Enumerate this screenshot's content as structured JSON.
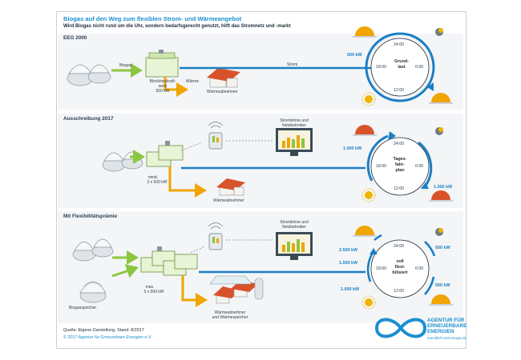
{
  "title": "Biogas auf den Weg zum flexiblen Strom- und Wärmeangebot",
  "subtitle": "Wird Biogas nicht rund um die Uhr, sondern bedarfsgerecht genutzt, hilft das Stromnetz und -markt",
  "sections": [
    {
      "heading": "EEG 2000",
      "biogas": "Biogas",
      "plant_line1": "Blockheizkraft-",
      "plant_line2": "werk",
      "plant_line3": "500 kW",
      "heat": "Wärme",
      "heat_consumer": "Wärmeabnehmer",
      "power": "Strom",
      "kw_left": "500 kW",
      "clock_mode_line1": "Grund-",
      "clock_mode_line2": "last"
    },
    {
      "heading": "Ausschreibung 2017",
      "exchange_line1": "Strombörse und",
      "exchange_line2": "Netzbetreiber",
      "plant_line1": "mind.",
      "plant_line2": "2 x 500 kW",
      "heat_consumer": "Wärmeabnehmer",
      "kw_left": "1.000 kW",
      "kw_right": "1.000 kW",
      "clock_mode_line1": "Tages-",
      "clock_mode_line2": "fahr-",
      "clock_mode_line3": "plan"
    },
    {
      "heading": "Mit Flexibilitätsprämie",
      "exchange_line1": "Strombörse und",
      "exchange_line2": "Netzbetreiber",
      "plant_line1": "max.",
      "plant_line2": "5 x 500 kW",
      "storage": "Biogasspeicher",
      "heat_line1": "Wärmeabnehmer",
      "heat_line2": "und Wärmespeicher",
      "kw_top": "2.500 kW",
      "kw_mid": "1.500 kW",
      "kw_low": "1.000 kW",
      "kw_right_top": "500 kW",
      "kw_right_low": "500 kW",
      "clock_mode_line1": "voll",
      "clock_mode_line2": "flexi-",
      "clock_mode_line3": "bilisiert"
    }
  ],
  "clock_times": {
    "top": "24:00",
    "left": "18:00",
    "right": "6:00",
    "bottom": "12:00"
  },
  "footer": {
    "source": "Quelle: Eigene Darstellung, Stand: 8/2017",
    "copyright": "© 2017 Agentur für Erneuerbare Energien e.V."
  },
  "logo": {
    "line1": "AGENTUR FÜR",
    "line2": "ERNEUERBARE",
    "line3": "ENERGIEN",
    "url": "unendlich-viel-energie.de"
  },
  "colors": {
    "blue": "#1b8fd0",
    "line_blue": "#1b7fc4",
    "green": "#8cc63f",
    "orange": "#f0a500",
    "roof": "#d9532a",
    "grey": "#9aa5ad"
  }
}
